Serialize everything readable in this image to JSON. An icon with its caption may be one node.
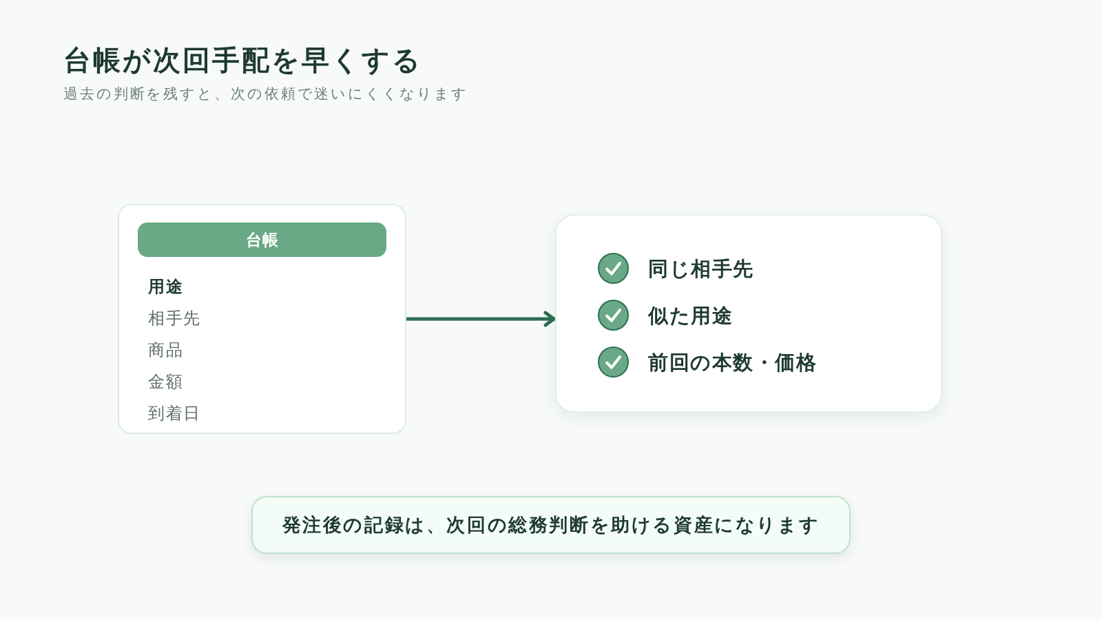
{
  "diagram": {
    "title": "台帳が次回手配を早くする",
    "nodes": [
      {
        "text": [
          "用途",
          "相手先",
          "商品",
          "金額",
          "到着日"
        ]
      },
      {
        "text": [
          "台帳"
        ],
        "in": 0
      },
      {
        "text": [
          "同じ相手先",
          "似た用途",
          "前回の本数・価格"
        ]
      },
      {
        "text": [
          "発注後の記録は、次回の総務判断を助ける資産になります"
        ]
      }
    ],
    "edges": [
      {
        "from": 0,
        "to": 2,
        "arrow": "to"
      }
    ],
    "labels": [
      "過去の判断を残すと、次の依頼で迷いにくくなります"
    ]
  }
}
